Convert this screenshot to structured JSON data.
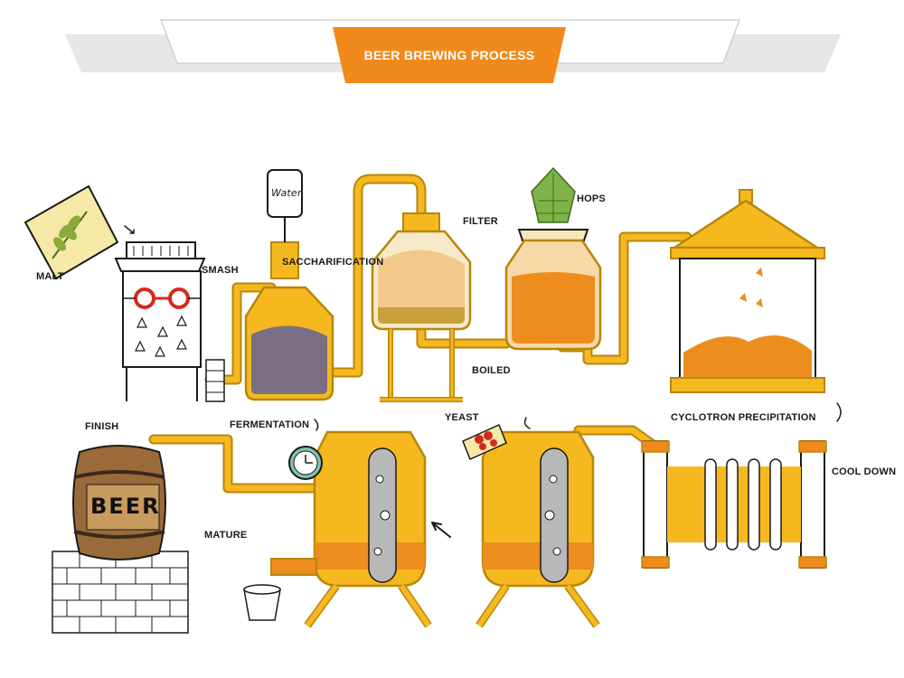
{
  "title": "BEER BREWING PROCESS",
  "colors": {
    "accent": "#f08a1c",
    "pipe": "#f5b81e",
    "pipe_edge": "#b8860b",
    "liquid_orange": "#ec8d1e",
    "liquid_gray": "#7a6f82",
    "banner_gray": "#e6e6e6"
  },
  "labels": {
    "malt": "MALT",
    "smash": "SMASH",
    "saccharification": "SACCHARIFICATION",
    "filter": "FILTER",
    "hops": "HOPS",
    "boiled": "BOILED",
    "cyclotron_precipitation": "CYCLOTRON PRECIPITATION",
    "cool_down": "COOL DOWN",
    "yeast": "YEAST",
    "fermentation": "FERMENTATION",
    "finish": "FINISH",
    "mature": "MATURE"
  },
  "water_tank_text": "Water",
  "barrel_text": "BEER",
  "icons": [
    "malt-icon",
    "hops-icon",
    "clock-icon",
    "bucket-icon",
    "yeast-icon"
  ]
}
